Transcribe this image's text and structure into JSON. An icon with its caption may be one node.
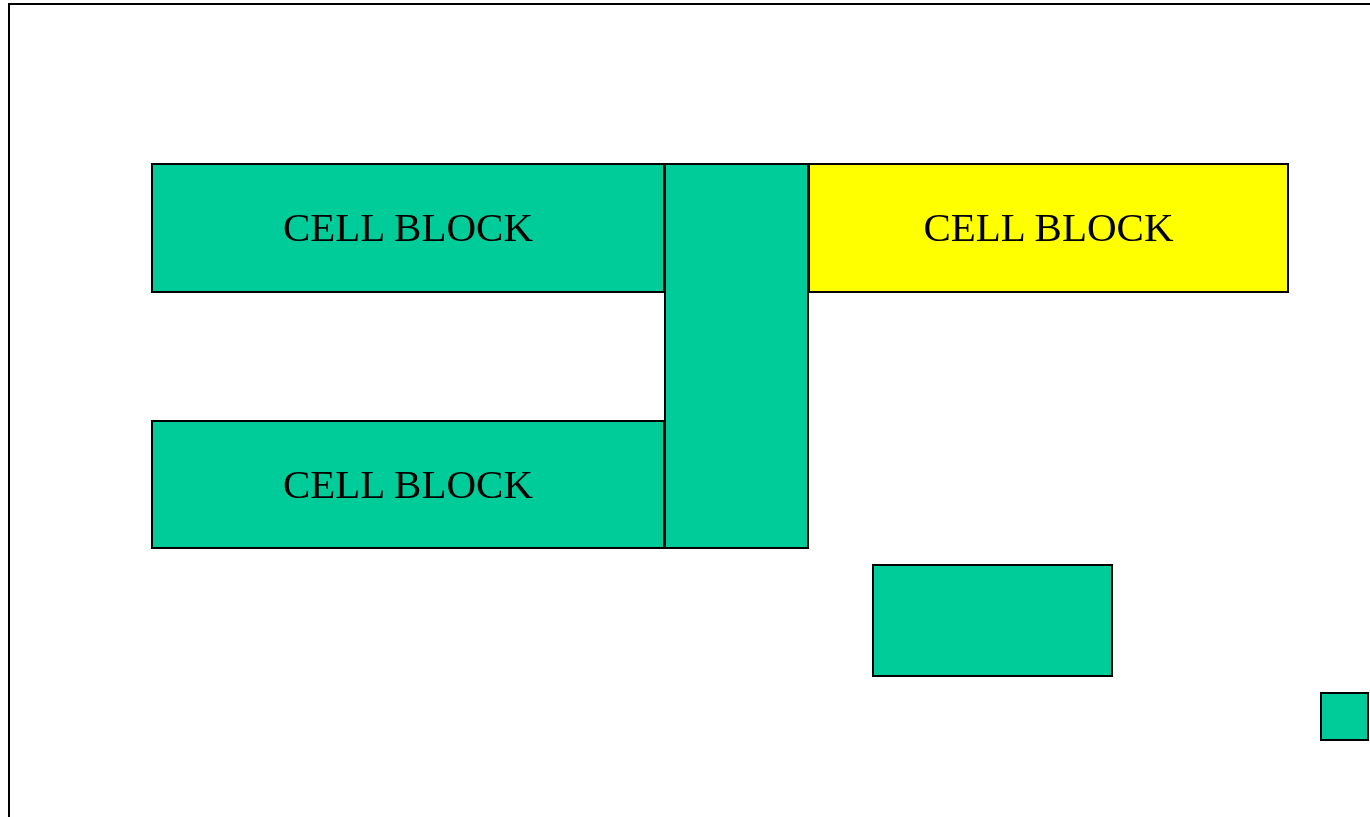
{
  "diagram": {
    "nodes": [
      {
        "text": [
          "CELL BLOCK"
        ]
      },
      {
        "text": [],
        "shape": "box"
      },
      {
        "text": [
          "CELL BLOCK"
        ]
      },
      {
        "text": [
          "CELL BLOCK"
        ]
      },
      {
        "text": [],
        "shape": "box"
      },
      {
        "text": [],
        "shape": "box"
      }
    ]
  }
}
